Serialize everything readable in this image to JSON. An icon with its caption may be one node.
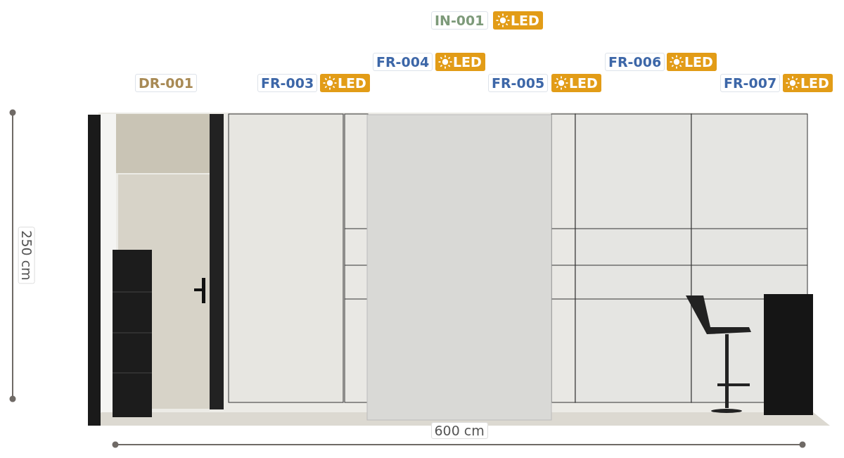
{
  "diagram": {
    "labels": [
      "IN-001",
      "LED",
      "FR-004",
      "LED",
      "FR-006",
      "LED",
      "DR-001",
      "FR-003",
      "LED",
      "FR-005",
      "LED",
      "FR-007",
      "LED",
      "250 cm",
      "600 cm"
    ]
  }
}
